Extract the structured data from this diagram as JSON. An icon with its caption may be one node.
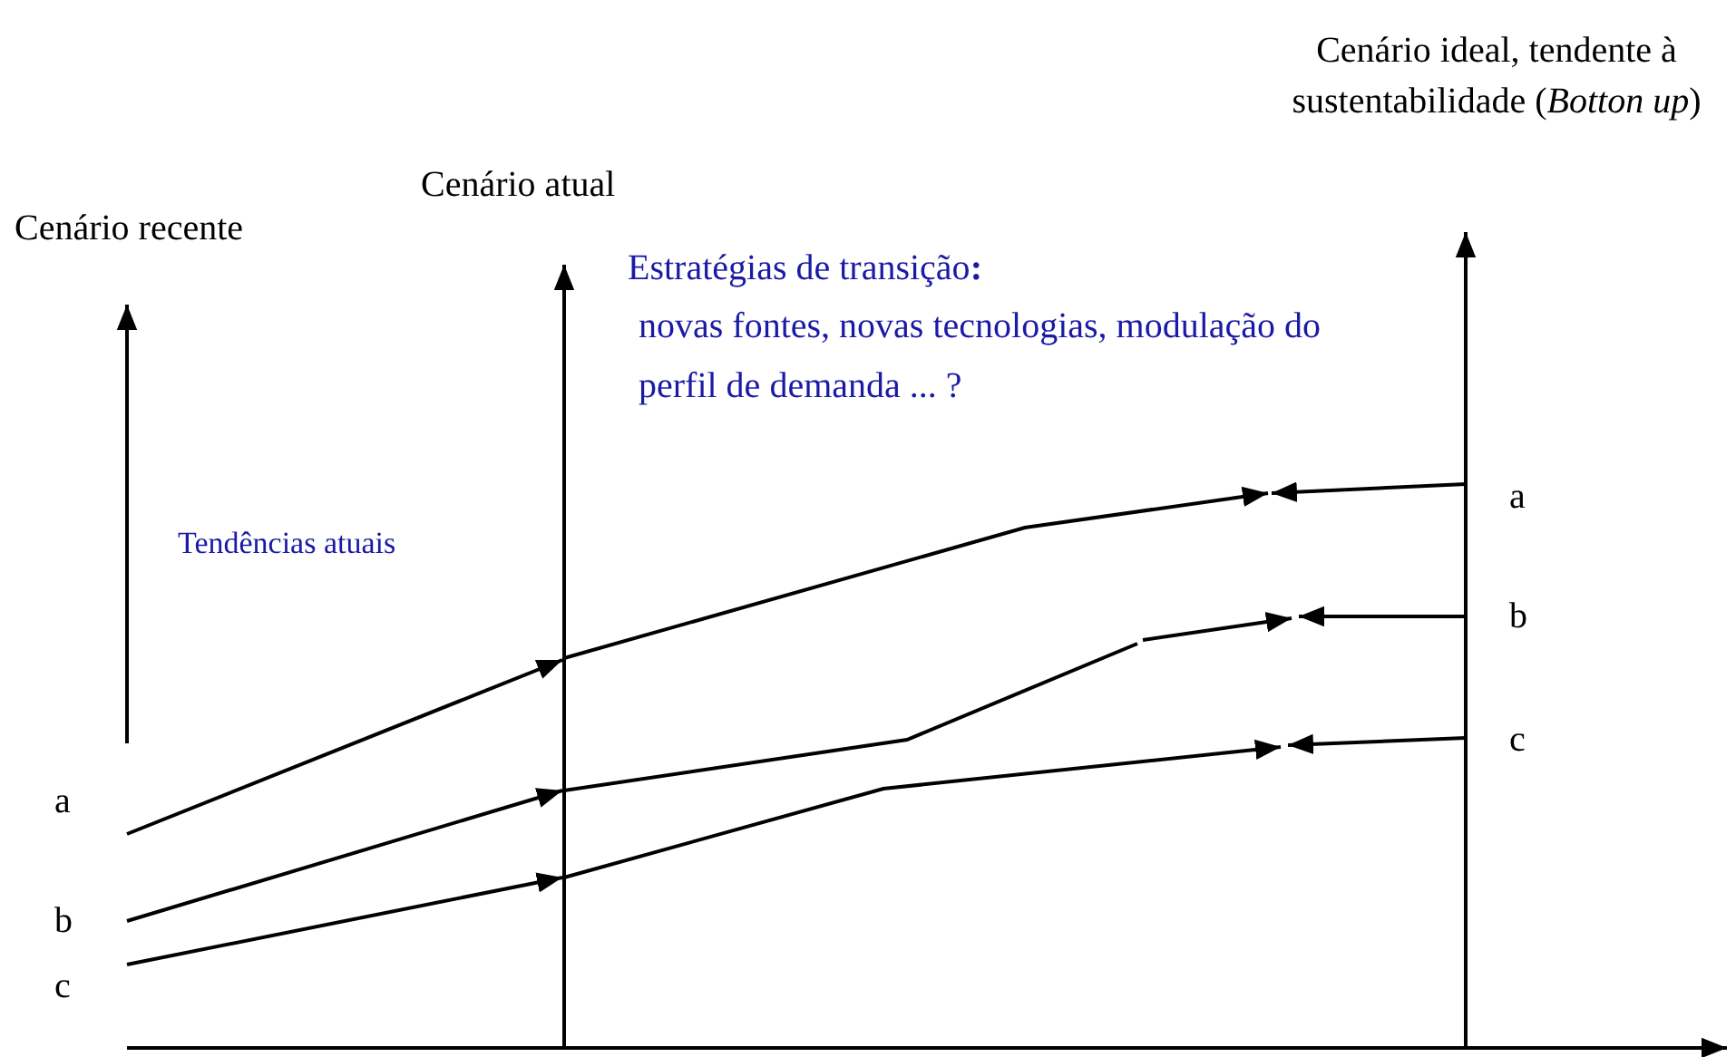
{
  "diagram": {
    "labels": [
      "Cenário ideal, tendente à sustentabilidade (*Botton up*)",
      "Cenário atual",
      "Cenário recente",
      "Estratégias de transição**:**",
      "novas fontes,  novas tecnologias, modulação do perfil de demanda ... ?",
      "a",
      "Tendências atuais",
      "b",
      "c",
      "a",
      "b",
      "c"
    ]
  }
}
